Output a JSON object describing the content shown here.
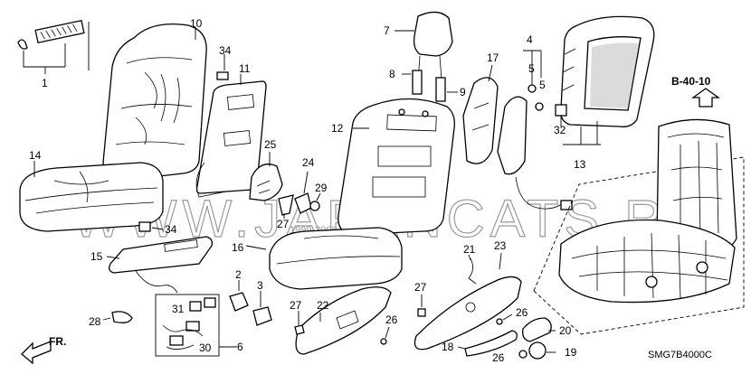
{
  "diagram": {
    "reference": "B-40-10",
    "code": "SMG7B4000C",
    "front_indicator": "FR.",
    "watermark": "WWW.JAPANCATS.RU",
    "watermark_small": "1999-2008",
    "callouts": [
      "1",
      "2",
      "3",
      "4",
      "5",
      "5",
      "6",
      "7",
      "8",
      "9",
      "10",
      "11",
      "12",
      "13",
      "14",
      "15",
      "16",
      "17",
      "18",
      "19",
      "20",
      "21",
      "22",
      "23",
      "24",
      "25",
      "26",
      "26",
      "26",
      "27",
      "27",
      "27",
      "28",
      "29",
      "30",
      "31",
      "32",
      "34",
      "34"
    ]
  }
}
